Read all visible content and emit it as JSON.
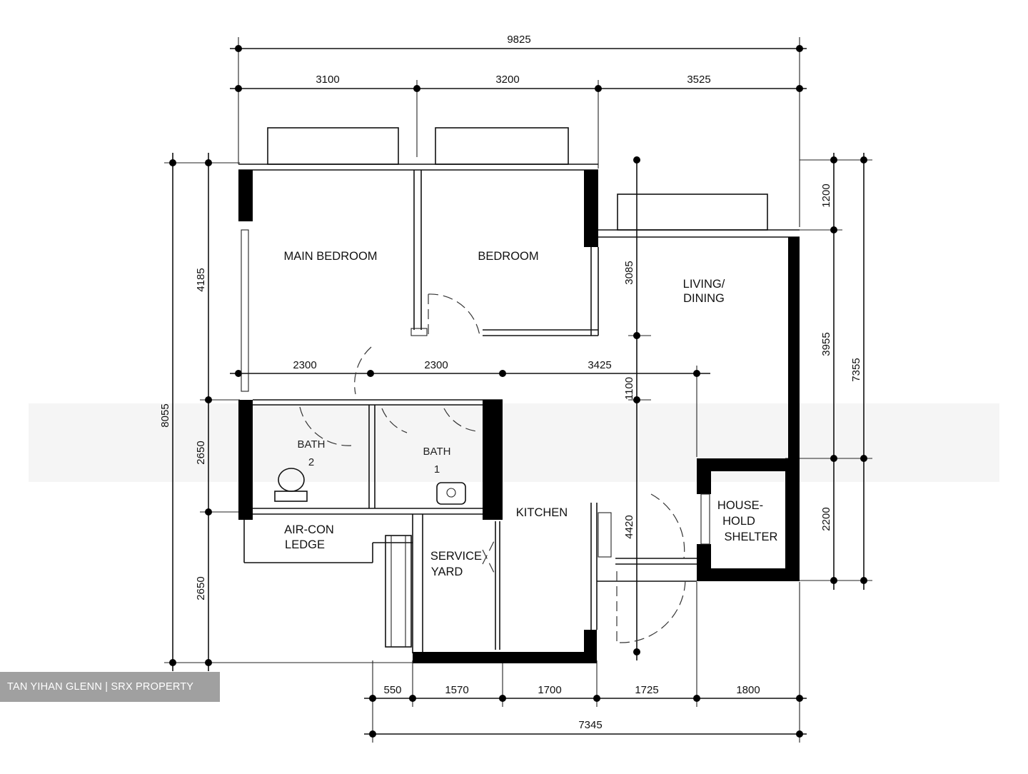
{
  "dimensions": {
    "top_total": "9825",
    "top_segments": [
      "3100",
      "3200",
      "3525"
    ],
    "bottom_total": "7345",
    "bottom_segments": [
      "550",
      "1570",
      "1700",
      "1725",
      "1800"
    ],
    "left_total": "8055",
    "left_segments": [
      "4185",
      "2650",
      "2650"
    ],
    "right_total": "7355",
    "right_segments": [
      "1200",
      "3955",
      "2200"
    ],
    "middle_row": [
      "2300",
      "2300",
      "3425"
    ],
    "interior_vertical": [
      "3085",
      "1100",
      "4420"
    ]
  },
  "rooms": {
    "main_bedroom": "MAIN BEDROOM",
    "bedroom": "BEDROOM",
    "living_dining": [
      "LIVING/",
      "DINING"
    ],
    "bath1": [
      "BATH",
      "2"
    ],
    "bath2": [
      "BATH",
      "1"
    ],
    "kitchen": "KITCHEN",
    "aircon_ledge": [
      "AIR-CON",
      "LEDGE"
    ],
    "service_yard": [
      "SERVICE",
      "YARD"
    ],
    "household_shelter": [
      "HOUSE-",
      "HOLD",
      "SHELTER"
    ]
  },
  "credit": "TAN YIHAN GLENN | SRX PROPERTY",
  "colors": {
    "ink": "#000000",
    "background": "#ffffff",
    "credit_bg": "#969696",
    "credit_text": "#ffffff"
  }
}
